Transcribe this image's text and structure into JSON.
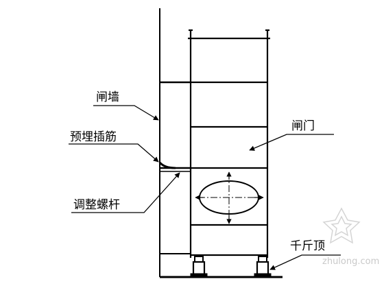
{
  "labels": {
    "gate_wall": "闸墙",
    "embedded_rebar": "预埋插筋",
    "adjusting_bolt": "调整螺杆",
    "gate": "闸门",
    "jack": "千斤顶"
  },
  "watermark": {
    "text": "zhulong.com",
    "logo": "zhulong-logo-icon"
  },
  "colors": {
    "line": "#000000",
    "background": "#ffffff",
    "watermark": "#c9c9c9"
  }
}
